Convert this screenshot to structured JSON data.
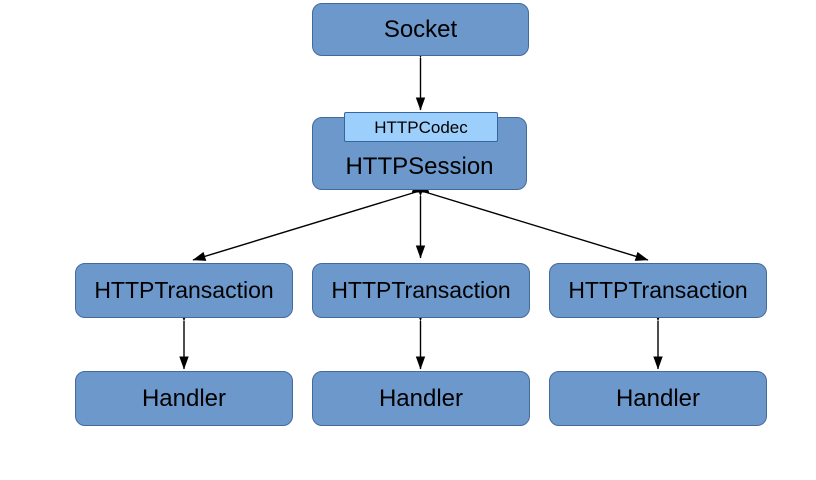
{
  "diagram": {
    "title": "HTTP session architecture diagram",
    "nodes": {
      "socket": {
        "label": "Socket"
      },
      "codec": {
        "label": "HTTPCodec"
      },
      "session": {
        "label": "HTTPSession"
      },
      "transactions": [
        {
          "label": "HTTPTransaction"
        },
        {
          "label": "HTTPTransaction"
        },
        {
          "label": "HTTPTransaction"
        }
      ],
      "handlers": [
        {
          "label": "Handler"
        },
        {
          "label": "Handler"
        },
        {
          "label": "Handler"
        }
      ]
    },
    "edges": [
      {
        "from": "Socket",
        "to": "HTTPSession",
        "style": "double-headed-arrow"
      },
      {
        "from": "HTTPSession",
        "to": "HTTPTransaction-1",
        "style": "double-headed-arrow"
      },
      {
        "from": "HTTPSession",
        "to": "HTTPTransaction-2",
        "style": "double-headed-arrow"
      },
      {
        "from": "HTTPSession",
        "to": "HTTPTransaction-3",
        "style": "double-headed-arrow"
      },
      {
        "from": "HTTPTransaction-1",
        "to": "Handler-1",
        "style": "double-headed-arrow"
      },
      {
        "from": "HTTPTransaction-2",
        "to": "Handler-2",
        "style": "double-headed-arrow"
      },
      {
        "from": "HTTPTransaction-3",
        "to": "Handler-3",
        "style": "double-headed-arrow"
      }
    ]
  },
  "colors": {
    "node-fill": "#6d98cb",
    "node-border": "#44699d",
    "codec-fill": "#9dcffc",
    "codec-border": "#35669f",
    "arrow": "#000000",
    "text": "#000000",
    "background": "#ffffff"
  }
}
